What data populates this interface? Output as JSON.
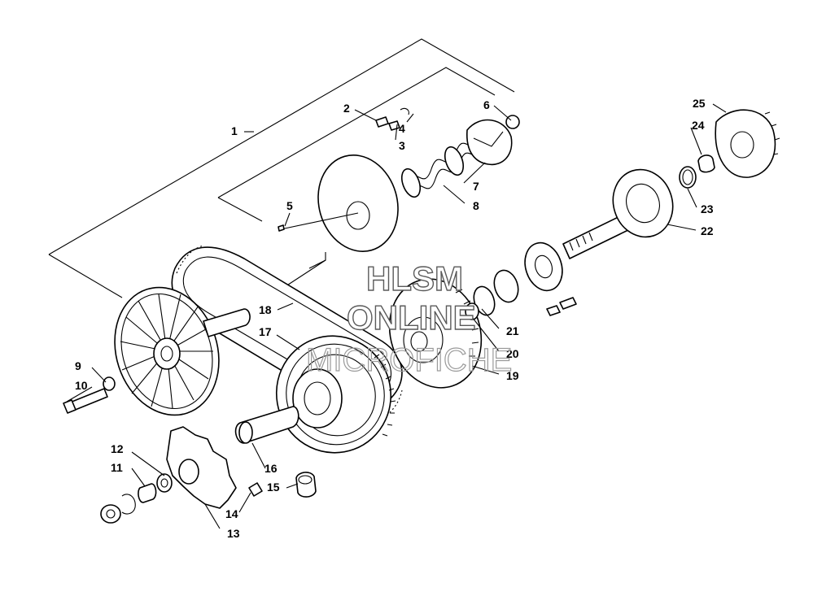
{
  "diagram": {
    "callouts": [
      "1",
      "2",
      "3",
      "4",
      "5",
      "6",
      "7",
      "8",
      "9",
      "10",
      "11",
      "12",
      "13",
      "14",
      "15",
      "16",
      "17",
      "18",
      "19",
      "20",
      "21",
      "22",
      "23",
      "24",
      "25"
    ],
    "watermark": {
      "line1": "HLSM",
      "line2": "ONLINE",
      "line3": "MICROFICHE"
    }
  }
}
